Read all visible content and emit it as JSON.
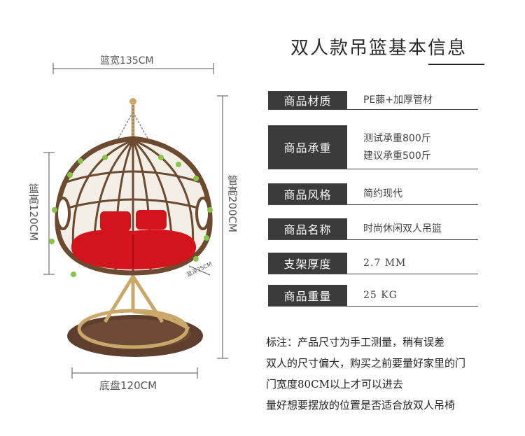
{
  "title": "双人款吊篮基本信息",
  "dimensions": {
    "width": "篮宽135CM",
    "basket_height": "篮高120CM",
    "tube_height": "管高200CM",
    "depth": "篮深75CM",
    "base": "底盘120CM"
  },
  "specs": [
    {
      "label": "商品材质",
      "values": [
        "PE藤+加厚管材"
      ]
    },
    {
      "label": "商品承重",
      "values": [
        "测试承重800斤",
        "建议承重500斤"
      ]
    },
    {
      "label": "商品风格",
      "values": [
        "简约现代"
      ]
    },
    {
      "label": "商品名称",
      "values": [
        "时尚休闲双人吊篮"
      ]
    },
    {
      "label": "支架厚度",
      "values": [
        "2.7 MM"
      ]
    },
    {
      "label": "商品重量",
      "values": [
        "25 KG"
      ]
    }
  ],
  "notes": [
    "标注：产品尺寸为手工测量，稍有误差",
    "双人的尺寸偏大，购买之前要量好家里的门",
    "门宽度80CM以上才可以进去",
    "量好想要摆放的位置是否适合放双人吊椅"
  ],
  "colors": {
    "label_bg": "#3b3b3b",
    "cushion": "#d3141c",
    "rattan": "#6b4a2f",
    "stand": "#c9a86a",
    "base_mat": "#5e3e2c"
  }
}
